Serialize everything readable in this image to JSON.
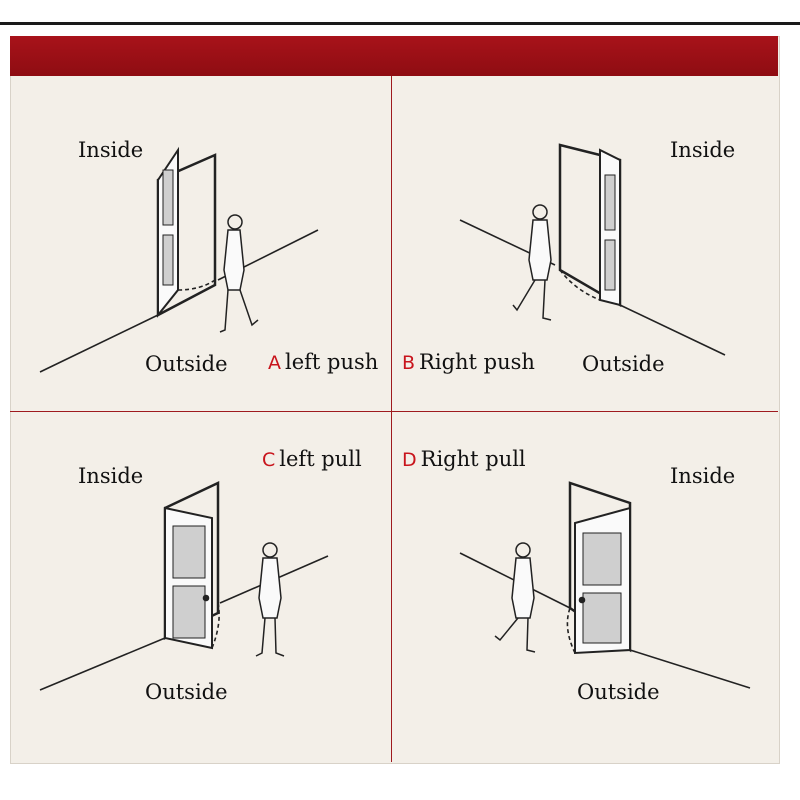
{
  "colors": {
    "banner": "#9e1016",
    "letter": "#c8141c",
    "ink": "#111111",
    "panel": "#f3efe8"
  },
  "panels": [
    {
      "letter": "A",
      "title": "left push",
      "inside": "Inside",
      "outside": "Outside"
    },
    {
      "letter": "B",
      "title": "Right push",
      "inside": "Inside",
      "outside": "Outside"
    },
    {
      "letter": "C",
      "title": "left pull",
      "inside": "Inside",
      "outside": "Outside"
    },
    {
      "letter": "D",
      "title": "Right pull",
      "inside": "Inside",
      "outside": "Outside"
    }
  ]
}
